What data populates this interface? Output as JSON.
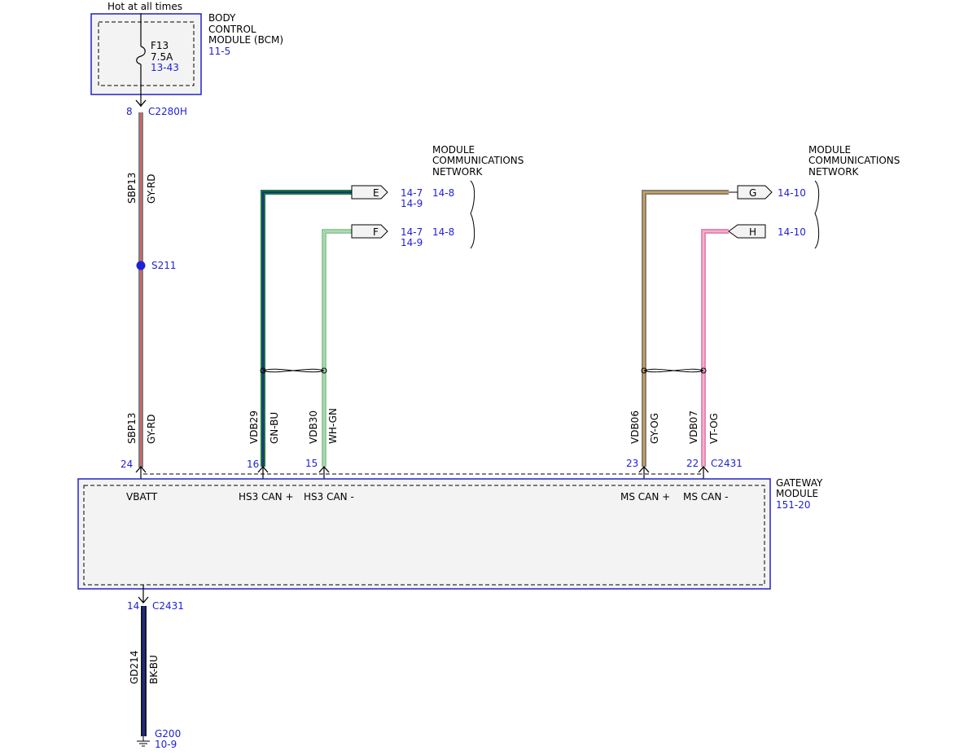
{
  "supply_label": "Hot at all times",
  "bcm": {
    "name_lines": [
      "BODY",
      "CONTROL",
      "MODULE (BCM)"
    ],
    "ref": "11-5",
    "fuse": {
      "id": "F13",
      "rating": "7.5A",
      "ref": "13-43"
    },
    "connector": {
      "pin": "8",
      "id": "C2280H"
    }
  },
  "splice": {
    "id": "S211"
  },
  "gateway": {
    "name_lines": [
      "GATEWAY",
      "MODULE"
    ],
    "ref": "151-20",
    "connector_id": "C2431",
    "pins": [
      {
        "num": "24",
        "label": "VBATT"
      },
      {
        "num": "16",
        "label": "HS3 CAN +"
      },
      {
        "num": "15",
        "label": "HS3 CAN -"
      },
      {
        "num": "23",
        "label": "MS CAN +"
      },
      {
        "num": "22",
        "label": "MS CAN -"
      }
    ],
    "ground_pin": {
      "num": "14",
      "connector": "C2431"
    }
  },
  "wires": {
    "supply_upper": {
      "circuit": "SBP13",
      "color": "GY-RD"
    },
    "supply_lower": {
      "circuit": "SBP13",
      "color": "GY-RD"
    },
    "hs3_plus": {
      "circuit": "VDB29",
      "color": "GN-BU"
    },
    "hs3_minus": {
      "circuit": "VDB30",
      "color": "WH-GN"
    },
    "ms_plus": {
      "circuit": "VDB06",
      "color": "GY-OG"
    },
    "ms_minus": {
      "circuit": "VDB07",
      "color": "VT-OG"
    },
    "ground": {
      "circuit": "GD214",
      "color": "BK-BU"
    }
  },
  "network_left": {
    "title_lines": [
      "MODULE",
      "COMMUNICATIONS",
      "NETWORK"
    ],
    "connectors": [
      {
        "letter": "E",
        "refs": [
          "14-7",
          "14-9"
        ],
        "extra": "14-8"
      },
      {
        "letter": "F",
        "refs": [
          "14-7",
          "14-9"
        ],
        "extra": "14-8"
      }
    ]
  },
  "network_right": {
    "title_lines": [
      "MODULE",
      "COMMUNICATIONS",
      "NETWORK"
    ],
    "connectors": [
      {
        "letter": "G",
        "refs": [
          "14-10"
        ]
      },
      {
        "letter": "H",
        "refs": [
          "14-10"
        ]
      }
    ]
  },
  "ground_point": {
    "id": "G200",
    "ref": "10-9"
  },
  "colors": {
    "ref_blue": "#1f1fd6",
    "box_blue": "#2222cc",
    "gy_rd": [
      "#7d7d7d",
      "#e06060"
    ],
    "gn_bu": [
      "#1a7a3a",
      "#1c2f8a"
    ],
    "wh_gn": [
      "#ffffff",
      "#2e9a3e"
    ],
    "gy_og": [
      "#808080",
      "#d9a040"
    ],
    "vt_og": [
      "#e58ab4",
      "#f4b0cc"
    ],
    "bk_bu": [
      "#1a1a1a",
      "#1f2a90"
    ]
  }
}
